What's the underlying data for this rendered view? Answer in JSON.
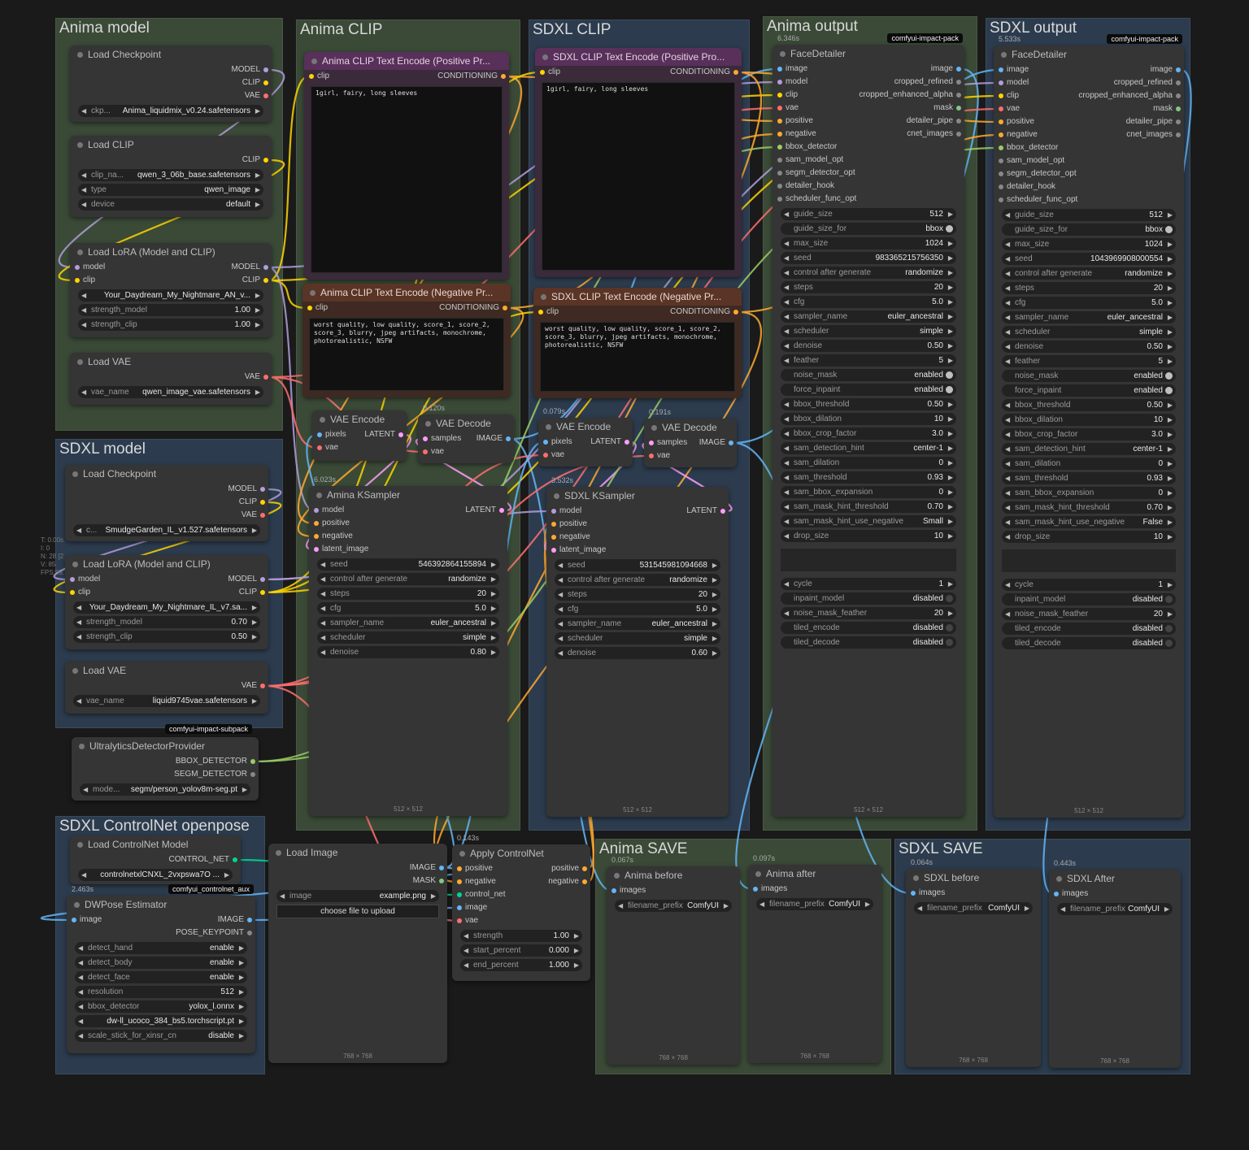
{
  "groups": [
    {
      "id": "anima-model",
      "title": "Anima model"
    },
    {
      "id": "anima-clip",
      "title": "Anima CLIP"
    },
    {
      "id": "sdxl-clip",
      "title": "SDXL CLIP"
    },
    {
      "id": "anima-output",
      "title": "Anima output"
    },
    {
      "id": "sdxl-output",
      "title": "SDXL output"
    },
    {
      "id": "sdxl-model",
      "title": "SDXL model"
    },
    {
      "id": "sdxl-controlnet",
      "title": "SDXL ControlNet openpose"
    },
    {
      "id": "anima-save",
      "title": "Anima SAVE"
    },
    {
      "id": "sdxl-save",
      "title": "SDXL SAVE"
    }
  ],
  "stats": {
    "t": "T: 0.00s",
    "i": "I: 0",
    "n": "N: 28 [2",
    "v": "V: 85",
    "fps": "FPS:59."
  },
  "nodes": {
    "anima_ckpt": {
      "title": "Load Checkpoint",
      "outs": [
        "MODEL",
        "CLIP",
        "VAE"
      ],
      "widgets": [
        {
          "l": "ckp...",
          "v": "Anima_liquidmix_v0.24.safetensors"
        }
      ]
    },
    "anima_clip_load": {
      "title": "Load CLIP",
      "outs": [
        "CLIP"
      ],
      "widgets": [
        {
          "l": "clip_na...",
          "v": "qwen_3_06b_base.safetensors"
        },
        {
          "l": "type",
          "v": "qwen_image"
        },
        {
          "l": "device",
          "v": "default"
        }
      ]
    },
    "anima_lora": {
      "title": "Load LoRA (Model and CLIP)",
      "ins": [
        "model",
        "clip"
      ],
      "outs": [
        "MODEL",
        "CLIP"
      ],
      "widgets": [
        {
          "l": "",
          "v": "Your_Daydream_My_Nightmare_AN_v..."
        },
        {
          "l": "strength_model",
          "v": "1.00"
        },
        {
          "l": "strength_clip",
          "v": "1.00"
        }
      ]
    },
    "anima_vae": {
      "title": "Load VAE",
      "outs": [
        "VAE"
      ],
      "widgets": [
        {
          "l": "vae_name",
          "v": "qwen_image_vae.safetensors"
        }
      ]
    },
    "sdxl_ckpt": {
      "title": "Load Checkpoint",
      "outs": [
        "MODEL",
        "CLIP",
        "VAE"
      ],
      "widgets": [
        {
          "l": "c...",
          "v": "SmudgeGarden_IL_v1.527.safetensors"
        }
      ]
    },
    "sdxl_lora": {
      "title": "Load LoRA (Model and CLIP)",
      "ins": [
        "model",
        "clip"
      ],
      "outs": [
        "MODEL",
        "CLIP"
      ],
      "widgets": [
        {
          "l": "",
          "v": "Your_Daydream_My_Nightmare_IL_v7.sa..."
        },
        {
          "l": "strength_model",
          "v": "0.70"
        },
        {
          "l": "strength_clip",
          "v": "0.50"
        }
      ]
    },
    "sdxl_vae": {
      "title": "Load VAE",
      "outs": [
        "VAE"
      ],
      "widgets": [
        {
          "l": "vae_name",
          "v": "liquid9745vae.safetensors"
        }
      ]
    },
    "ultra": {
      "title": "UltralyticsDetectorProvider",
      "outs": [
        "BBOX_DETECTOR",
        "SEGM_DETECTOR"
      ],
      "widgets": [
        {
          "l": "mode...",
          "v": "segm/person_yolov8m-seg.pt"
        }
      ]
    },
    "anima_pos": {
      "title": "Anima CLIP Text Encode (Positive Pr...",
      "ins": [
        "clip"
      ],
      "outs": [
        "CONDITIONING"
      ],
      "text": "1girl, fairy, long sleeves"
    },
    "anima_neg": {
      "title": "Anima CLIP Text Encode (Negative Pr...",
      "ins": [
        "clip"
      ],
      "outs": [
        "CONDITIONING"
      ],
      "text": "worst quality, low quality, score_1, score_2, score_3, blurry, jpeg artifacts, monochrome, photorealistic, NSFW"
    },
    "sdxl_pos": {
      "title": "SDXL CLIP Text Encode (Positive Pro...",
      "ins": [
        "clip"
      ],
      "outs": [
        "CONDITIONING"
      ],
      "text": "1girl, fairy, long sleeves"
    },
    "sdxl_neg": {
      "title": "SDXL CLIP Text Encode (Negative Pr...",
      "ins": [
        "clip"
      ],
      "outs": [
        "CONDITIONING"
      ],
      "text": "worst quality, low quality, score_1, score_2, score_3, blurry, jpeg artifacts, monochrome, photorealistic, NSFW"
    },
    "anima_vaeenc": {
      "title": "VAE Encode",
      "ins": [
        "pixels",
        "vae"
      ],
      "outs": [
        "LATENT"
      ]
    },
    "anima_vaedec": {
      "title": "VAE Decode",
      "ins": [
        "samples",
        "vae"
      ],
      "outs": [
        "IMAGE"
      ],
      "timing": "0.120s"
    },
    "sdxl_vaeenc": {
      "title": "VAE Encode",
      "ins": [
        "pixels",
        "vae"
      ],
      "outs": [
        "LATENT"
      ],
      "timing": "0.079s"
    },
    "sdxl_vaedec": {
      "title": "VAE Decode",
      "ins": [
        "samples",
        "vae"
      ],
      "outs": [
        "IMAGE"
      ],
      "timing": "0.191s"
    },
    "anima_ks": {
      "title": "Amina KSampler",
      "timing": "6.023s",
      "ins": [
        "model",
        "positive",
        "negative",
        "latent_image"
      ],
      "outs": [
        "LATENT"
      ],
      "widgets": [
        {
          "l": "seed",
          "v": "546392864155894"
        },
        {
          "l": "control after generate",
          "v": "randomize"
        },
        {
          "l": "steps",
          "v": "20"
        },
        {
          "l": "cfg",
          "v": "5.0"
        },
        {
          "l": "sampler_name",
          "v": "euler_ancestral"
        },
        {
          "l": "scheduler",
          "v": "simple"
        },
        {
          "l": "denoise",
          "v": "0.80"
        }
      ],
      "foot": "512 × 512"
    },
    "sdxl_ks": {
      "title": "SDXL KSampler",
      "timing": "3.532s",
      "ins": [
        "model",
        "positive",
        "negative",
        "latent_image"
      ],
      "outs": [
        "LATENT"
      ],
      "widgets": [
        {
          "l": "seed",
          "v": "531545981094668"
        },
        {
          "l": "control after generate",
          "v": "randomize"
        },
        {
          "l": "steps",
          "v": "20"
        },
        {
          "l": "cfg",
          "v": "5.0"
        },
        {
          "l": "sampler_name",
          "v": "euler_ancestral"
        },
        {
          "l": "scheduler",
          "v": "simple"
        },
        {
          "l": "denoise",
          "v": "0.60"
        }
      ],
      "foot": "512 × 512"
    },
    "anima_fd": {
      "title": "FaceDetailer",
      "timing": "6.346s",
      "badge": "comfyui-impact-pack",
      "ins": [
        "image",
        "model",
        "clip",
        "vae",
        "positive",
        "negative",
        "bbox_detector",
        "sam_model_opt",
        "segm_detector_opt",
        "detailer_hook",
        "scheduler_func_opt"
      ],
      "outs": [
        "image",
        "cropped_refined",
        "cropped_enhanced_alpha",
        "mask",
        "detailer_pipe",
        "cnet_images"
      ],
      "widgets": [
        {
          "l": "guide_size",
          "v": "512"
        },
        {
          "l": "guide_size_for",
          "v": "bbox",
          "t": "tg"
        },
        {
          "l": "max_size",
          "v": "1024"
        },
        {
          "l": "seed",
          "v": "983365215756350"
        },
        {
          "l": "control after generate",
          "v": "randomize"
        },
        {
          "l": "steps",
          "v": "20"
        },
        {
          "l": "cfg",
          "v": "5.0"
        },
        {
          "l": "sampler_name",
          "v": "euler_ancestral"
        },
        {
          "l": "scheduler",
          "v": "simple"
        },
        {
          "l": "denoise",
          "v": "0.50"
        },
        {
          "l": "feather",
          "v": "5"
        },
        {
          "l": "noise_mask",
          "v": "enabled",
          "t": "tg"
        },
        {
          "l": "force_inpaint",
          "v": "enabled",
          "t": "tg"
        },
        {
          "l": "bbox_threshold",
          "v": "0.50"
        },
        {
          "l": "bbox_dilation",
          "v": "10"
        },
        {
          "l": "bbox_crop_factor",
          "v": "3.0"
        },
        {
          "l": "sam_detection_hint",
          "v": "center-1"
        },
        {
          "l": "sam_dilation",
          "v": "0"
        },
        {
          "l": "sam_threshold",
          "v": "0.93"
        },
        {
          "l": "sam_bbox_expansion",
          "v": "0"
        },
        {
          "l": "sam_mask_hint_threshold",
          "v": "0.70"
        },
        {
          "l": "sam_mask_hint_use_negative",
          "v": "Small"
        },
        {
          "l": "drop_size",
          "v": "10"
        }
      ],
      "widgets2": [
        {
          "l": "cycle",
          "v": "1"
        },
        {
          "l": "inpaint_model",
          "v": "disabled",
          "t": "tg off"
        },
        {
          "l": "noise_mask_feather",
          "v": "20"
        },
        {
          "l": "tiled_encode",
          "v": "disabled",
          "t": "tg off"
        },
        {
          "l": "tiled_decode",
          "v": "disabled",
          "t": "tg off"
        }
      ],
      "foot": "512 × 512"
    },
    "sdxl_fd": {
      "title": "FaceDetailer",
      "timing": "5.533s",
      "badge": "comfyui-impact-pack",
      "ins": [
        "image",
        "model",
        "clip",
        "vae",
        "positive",
        "negative",
        "bbox_detector",
        "sam_model_opt",
        "segm_detector_opt",
        "detailer_hook",
        "scheduler_func_opt"
      ],
      "outs": [
        "image",
        "cropped_refined",
        "cropped_enhanced_alpha",
        "mask",
        "detailer_pipe",
        "cnet_images"
      ],
      "widgets": [
        {
          "l": "guide_size",
          "v": "512"
        },
        {
          "l": "guide_size_for",
          "v": "bbox",
          "t": "tg"
        },
        {
          "l": "max_size",
          "v": "1024"
        },
        {
          "l": "seed",
          "v": "1043969908000554"
        },
        {
          "l": "control after generate",
          "v": "randomize"
        },
        {
          "l": "steps",
          "v": "20"
        },
        {
          "l": "cfg",
          "v": "5.0"
        },
        {
          "l": "sampler_name",
          "v": "euler_ancestral"
        },
        {
          "l": "scheduler",
          "v": "simple"
        },
        {
          "l": "denoise",
          "v": "0.50"
        },
        {
          "l": "feather",
          "v": "5"
        },
        {
          "l": "noise_mask",
          "v": "enabled",
          "t": "tg"
        },
        {
          "l": "force_inpaint",
          "v": "enabled",
          "t": "tg"
        },
        {
          "l": "bbox_threshold",
          "v": "0.50"
        },
        {
          "l": "bbox_dilation",
          "v": "10"
        },
        {
          "l": "bbox_crop_factor",
          "v": "3.0"
        },
        {
          "l": "sam_detection_hint",
          "v": "center-1"
        },
        {
          "l": "sam_dilation",
          "v": "0"
        },
        {
          "l": "sam_threshold",
          "v": "0.93"
        },
        {
          "l": "sam_bbox_expansion",
          "v": "0"
        },
        {
          "l": "sam_mask_hint_threshold",
          "v": "0.70"
        },
        {
          "l": "sam_mask_hint_use_negative",
          "v": "False"
        },
        {
          "l": "drop_size",
          "v": "10"
        }
      ],
      "widgets2": [
        {
          "l": "cycle",
          "v": "1"
        },
        {
          "l": "inpaint_model",
          "v": "disabled",
          "t": "tg off"
        },
        {
          "l": "noise_mask_feather",
          "v": "20"
        },
        {
          "l": "tiled_encode",
          "v": "disabled",
          "t": "tg off"
        },
        {
          "l": "tiled_decode",
          "v": "disabled",
          "t": "tg off"
        }
      ],
      "foot": "512 × 512"
    },
    "cn_load": {
      "title": "Load ControlNet Model",
      "outs": [
        "CONTROL_NET"
      ],
      "widgets": [
        {
          "l": "",
          "v": "controlnetxlCNXL_2vxpswa7O ..."
        }
      ]
    },
    "dwpose": {
      "title": "DWPose Estimator",
      "timing": "2.463s",
      "badge": "comfyui_controlnet_aux",
      "ins": [
        "image"
      ],
      "outs": [
        "IMAGE",
        "POSE_KEYPOINT"
      ],
      "widgets": [
        {
          "l": "detect_hand",
          "v": "enable"
        },
        {
          "l": "detect_body",
          "v": "enable"
        },
        {
          "l": "detect_face",
          "v": "enable"
        },
        {
          "l": "resolution",
          "v": "512"
        },
        {
          "l": "bbox_detector",
          "v": "yolox_l.onnx"
        },
        {
          "l": "",
          "v": "dw-ll_ucoco_384_bs5.torchscript.pt"
        },
        {
          "l": "scale_stick_for_xinsr_cn",
          "v": "disable"
        }
      ]
    },
    "load_image": {
      "title": "Load Image",
      "outs": [
        "IMAGE",
        "MASK"
      ],
      "widgets": [
        {
          "l": "image",
          "v": "example.png"
        }
      ],
      "button": "choose file to upload",
      "foot": "768 × 768"
    },
    "apply_cn": {
      "title": "Apply ControlNet",
      "timing": "0.143s",
      "ins": [
        "positive",
        "negative",
        "control_net",
        "image",
        "vae"
      ],
      "outs": [
        "positive",
        "negative"
      ],
      "widgets": [
        {
          "l": "strength",
          "v": "1.00"
        },
        {
          "l": "start_percent",
          "v": "0.000"
        },
        {
          "l": "end_percent",
          "v": "1.000"
        }
      ]
    },
    "anima_before": {
      "title": "Anima before",
      "timing": "0.067s",
      "ins": [
        "images"
      ],
      "widgets": [
        {
          "l": "filename_prefix",
          "v": "ComfyUI"
        }
      ],
      "foot": "768 × 768"
    },
    "anima_after": {
      "title": "Anima after",
      "timing": "0.097s",
      "ins": [
        "images"
      ],
      "widgets": [
        {
          "l": "filename_prefix",
          "v": "ComfyUI"
        }
      ],
      "foot": "768 × 768"
    },
    "sdxl_before": {
      "title": "SDXL before",
      "timing": "0.064s",
      "ins": [
        "images"
      ],
      "widgets": [
        {
          "l": "filename_prefix",
          "v": "ComfyUI"
        }
      ],
      "foot": "768 × 768"
    },
    "sdxl_after": {
      "title": "SDXL After",
      "timing": "0.443s",
      "ins": [
        "images"
      ],
      "widgets": [
        {
          "l": "filename_prefix",
          "v": "ComfyUI"
        }
      ],
      "foot": "768 × 768"
    }
  },
  "badges": {
    "impact_subpack": "comfyui-impact-subpack"
  },
  "colors": {
    "model": "#b39ddb",
    "clip": "#ffd500",
    "vae": "#ff6e6e",
    "conditioning": "#ffa931",
    "latent": "#ff9cf9",
    "image": "#64b5f6",
    "mask": "#81c784",
    "bbox": "#9ccc65",
    "control_net": "#00d78d",
    "other": "#888888"
  }
}
